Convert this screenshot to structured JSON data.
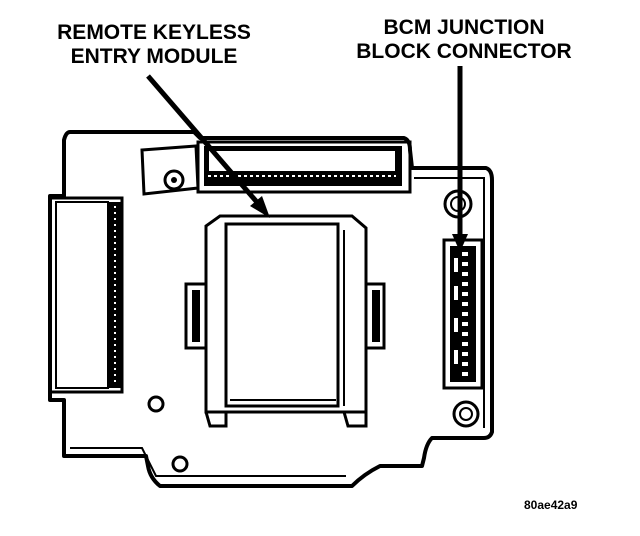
{
  "labels": {
    "rke_line1": "REMOTE KEYLESS",
    "rke_line2": "ENTRY MODULE",
    "bcm_line1": "BCM JUNCTION",
    "bcm_line2": "BLOCK CONNECTOR"
  },
  "figure_code": "80ae42a9"
}
